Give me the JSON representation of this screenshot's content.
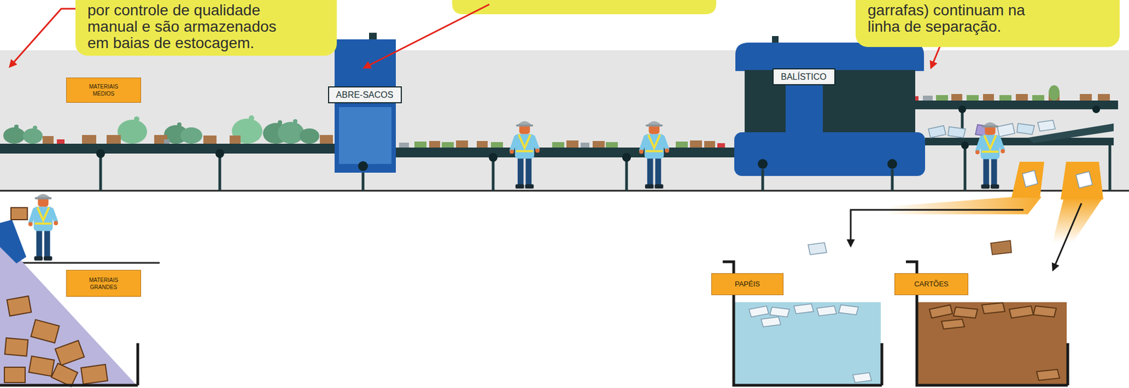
{
  "diagram": {
    "nodes": [
      {
        "text": [
          "por controle de qualidade manual e são armazenados em baias de estocagem."
        ]
      },
      {
        "text": [
          "garrafas) continuam na linha de separação."
        ]
      },
      {
        "text": [
          "MATERIAIS MÉDIOS"
        ]
      },
      {
        "text": [
          "ABRE-SACOS"
        ]
      },
      {
        "text": [
          "BALÍSTICO"
        ]
      },
      {
        "text": [
          "MATERIAIS GRANDES"
        ]
      },
      {
        "text": [
          "PAPÉIS"
        ]
      },
      {
        "text": [
          "CARTÕES"
        ]
      }
    ]
  }
}
